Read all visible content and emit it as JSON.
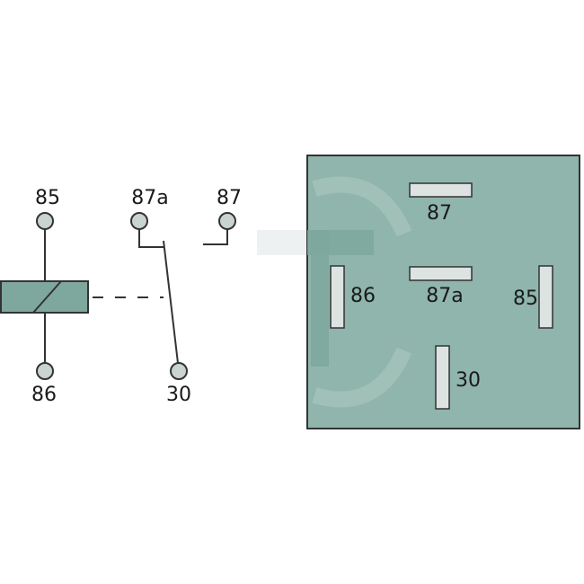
{
  "schematic": {
    "terminals": {
      "t85": "85",
      "t86": "86",
      "t87a": "87a",
      "t87": "87",
      "t30": "30"
    }
  },
  "socket": {
    "pins": {
      "p87": "87",
      "p87a": "87a",
      "p86": "86",
      "p85": "85",
      "p30": "30"
    }
  },
  "colors": {
    "socket_fill": "#8fb5ac",
    "pin_fill": "#dce3e1",
    "terminal_fill": "#c9d4d1",
    "coil_fill": "#7ea79d",
    "watermark": "#6f9a91"
  }
}
